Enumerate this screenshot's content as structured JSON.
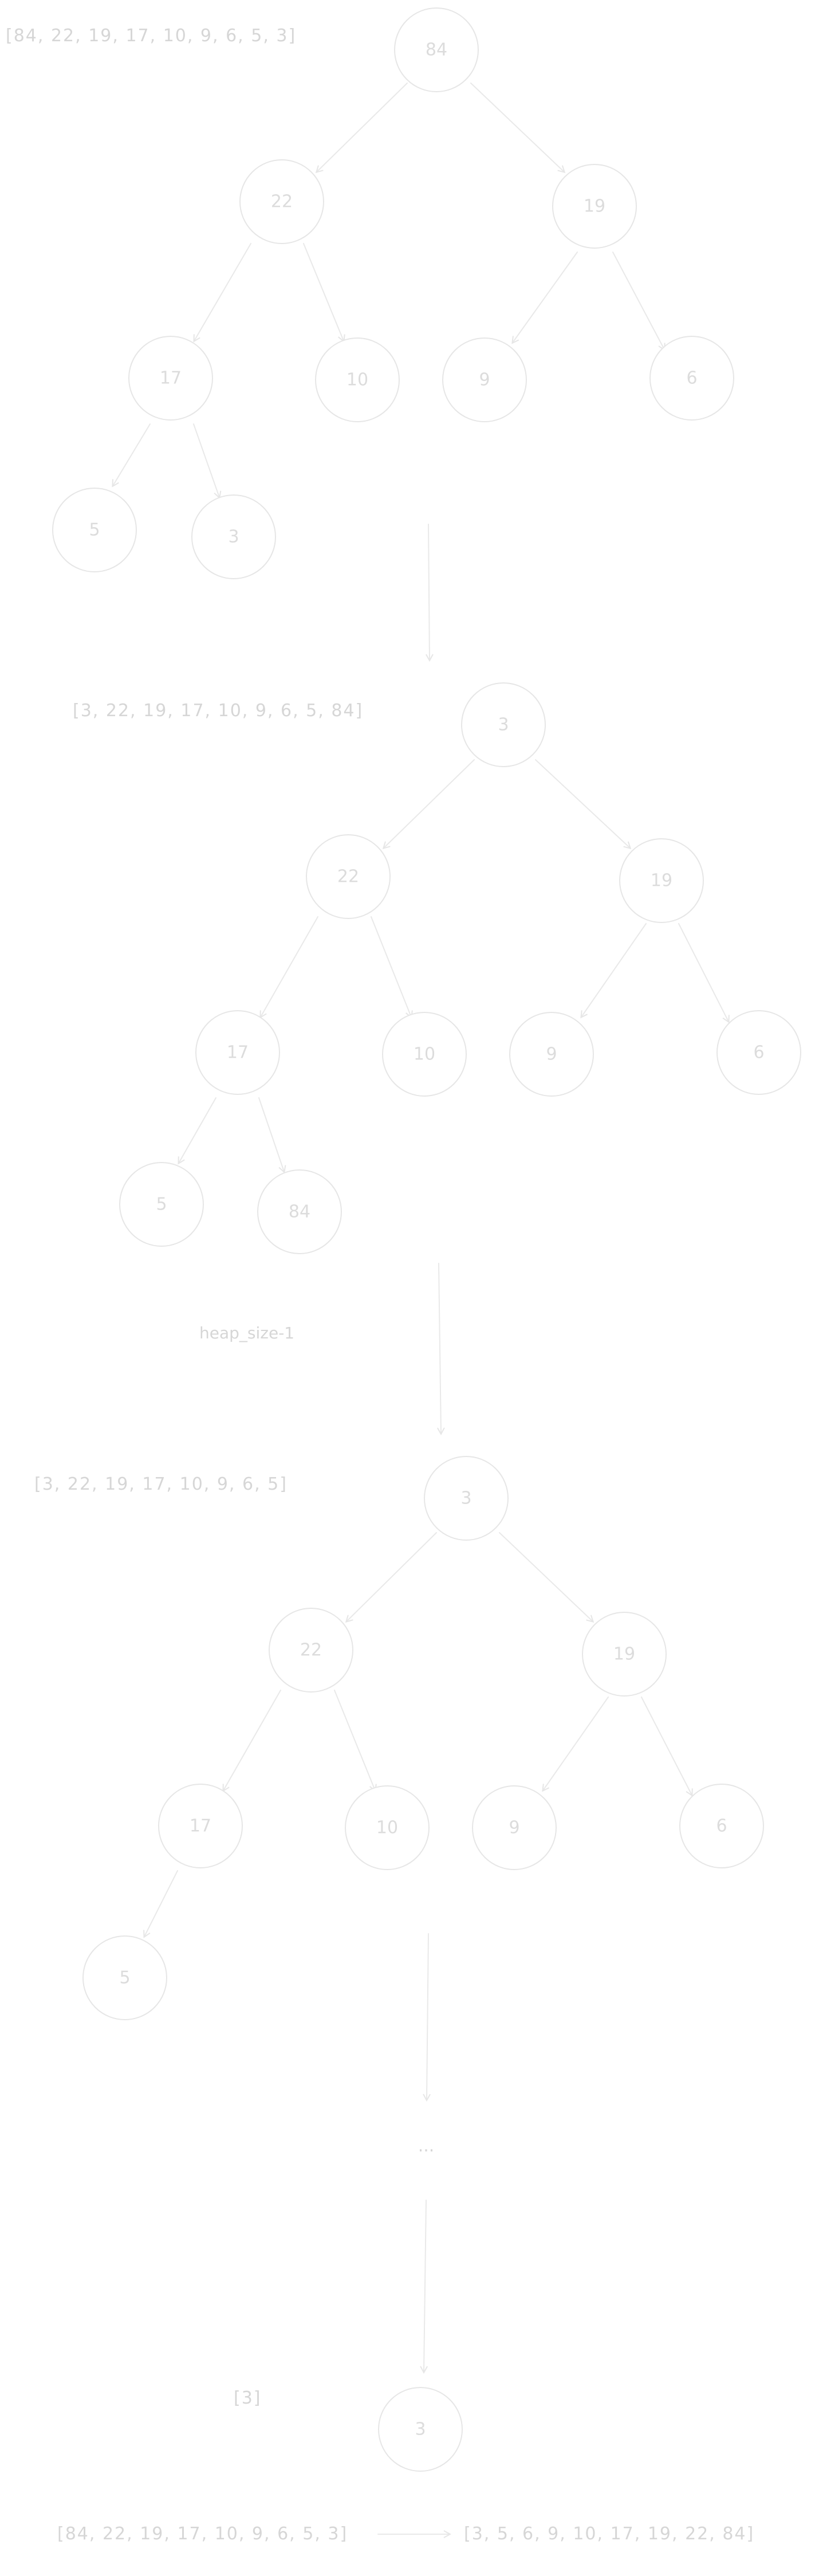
{
  "diagram": {
    "stages": [
      {
        "array": "[84, 22, 19, 17, 10, 9, 6, 5, 3]",
        "nodes": [
          "84",
          "22",
          "19",
          "17",
          "10",
          "9",
          "6",
          "5",
          "3"
        ]
      },
      {
        "array": "[3, 22, 19, 17, 10, 9, 6, 5, 84]",
        "nodes": [
          "3",
          "22",
          "19",
          "17",
          "10",
          "9",
          "6",
          "5",
          "84"
        ]
      },
      {
        "array": "[3, 22, 19, 17, 10, 9, 6, 5]",
        "nodes": [
          "3",
          "22",
          "19",
          "17",
          "10",
          "9",
          "6",
          "5"
        ]
      },
      {
        "array": "[3]",
        "nodes": [
          "3"
        ]
      }
    ],
    "step_note": "heap_size-1",
    "ellipsis": "...",
    "summary": {
      "input": "[84, 22, 19, 17, 10, 9, 6, 5, 3]",
      "output": "[3, 5, 6, 9, 10, 17, 19, 22, 84]"
    }
  }
}
